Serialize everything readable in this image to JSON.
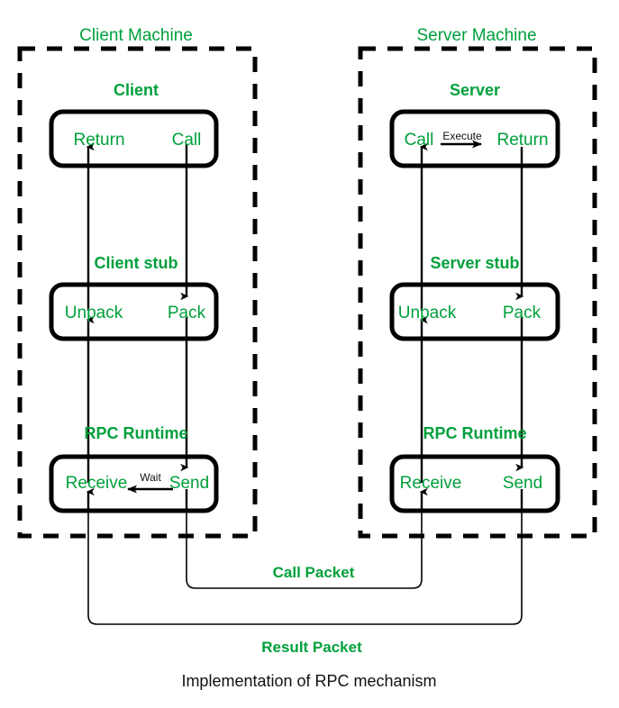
{
  "diagram": {
    "caption": "Implementation of RPC mechanism",
    "colors": {
      "label_green": "#00a03c",
      "stroke_black": "#000000",
      "caption_black": "#111111",
      "background": "#ffffff"
    },
    "machines": [
      {
        "id": "client-machine",
        "title": "Client Machine",
        "layers": [
          {
            "id": "client",
            "title": "Client",
            "left_label": "Return",
            "right_label": "Call",
            "inline_label": null
          },
          {
            "id": "client-stub",
            "title": "Client stub",
            "left_label": "Unpack",
            "right_label": "Pack",
            "inline_label": null
          },
          {
            "id": "client-rpc-runtime",
            "title": "RPC Runtime",
            "left_label": "Receive",
            "right_label": "Send",
            "inline_label": "Wait"
          }
        ]
      },
      {
        "id": "server-machine",
        "title": "Server Machine",
        "layers": [
          {
            "id": "server",
            "title": "Server",
            "left_label": "Call",
            "right_label": "Return",
            "inline_label": "Execute"
          },
          {
            "id": "server-stub",
            "title": "Server stub",
            "left_label": "Unpack",
            "right_label": "Pack",
            "inline_label": null
          },
          {
            "id": "server-rpc-runtime",
            "title": "RPC Runtime",
            "left_label": "Receive",
            "right_label": "Send",
            "inline_label": null
          }
        ]
      }
    ],
    "connections": [
      {
        "id": "call-packet",
        "label": "Call Packet"
      },
      {
        "id": "result-packet",
        "label": "Result Packet"
      }
    ]
  }
}
